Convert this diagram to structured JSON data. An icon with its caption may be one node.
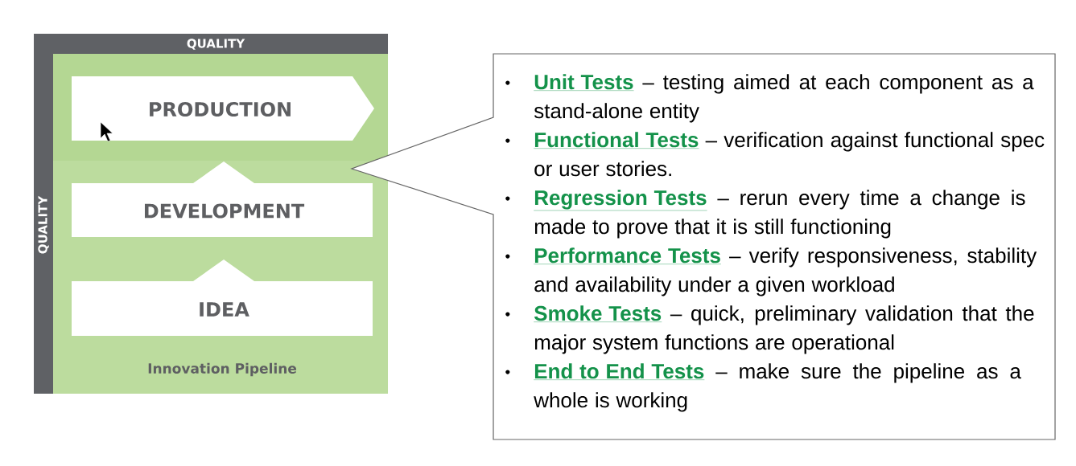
{
  "diagram": {
    "nodes": [
      {
        "text": [
          "QUALITY",
          "QUALITY"
        ]
      },
      {
        "text": [
          "Innovation Pipeline"
        ]
      },
      {
        "text": [
          "PRODUCTION"
        ],
        "in": 1
      },
      {
        "text": [
          "DEVELOPMENT"
        ],
        "in": 1
      },
      {
        "text": [
          "IDEA"
        ],
        "in": 1
      },
      {
        "text": [
          "Unit Tests",
          "– testing aimed at each component as a stand-alone entity",
          "Functional Tests",
          "– verification against functional spec or user stories.",
          "Regression Tests",
          "– rerun every time a change is made to prove that it is still functioning",
          "Performance Tests",
          "– verify responsiveness, stability and availability under a given workload",
          "Smoke Tests",
          "– quick, preliminary validation that the major system functions are operational",
          "End to End Tests",
          "– make sure the pipeline as a whole is working"
        ]
      }
    ]
  }
}
